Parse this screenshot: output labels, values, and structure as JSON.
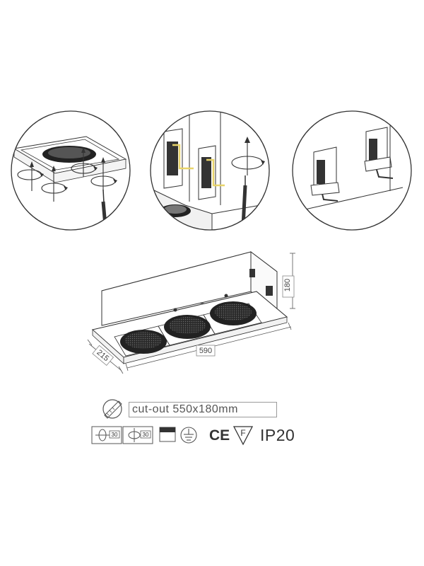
{
  "dimensions": {
    "length": "590",
    "depth": "215",
    "height": "180"
  },
  "specs": {
    "cutout": "cut-out 550x180mm",
    "tilt_1": "30",
    "tilt_2": "30",
    "certification_ce": "CE",
    "certification_f": "F",
    "ip_rating": "IP20"
  },
  "icons": [
    "cutting-saw-icon",
    "tilt-rotation-icon",
    "pan-rotation-icon",
    "recessed-mount-icon",
    "ground-earth-icon",
    "ce-mark-icon",
    "f-mark-icon"
  ],
  "colors": {
    "line": "#333333",
    "arrow_yellow": "#e8d46a",
    "frame_border": "#9a9a9a"
  }
}
